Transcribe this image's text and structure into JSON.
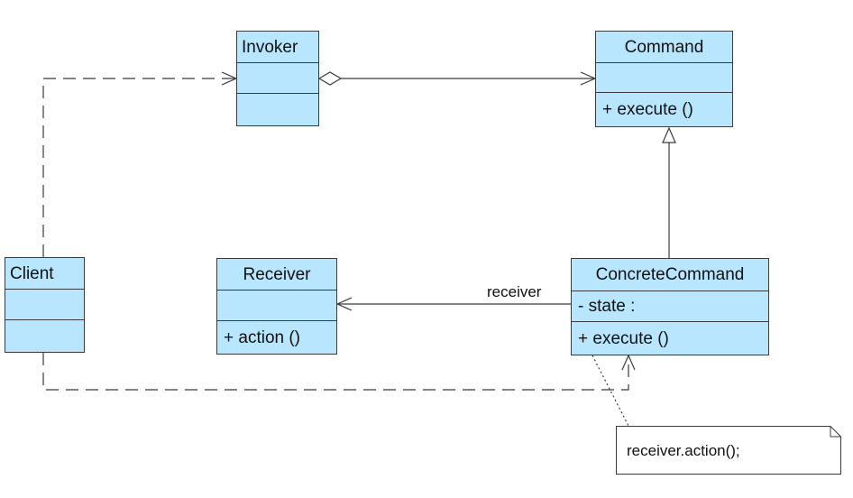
{
  "diagram": {
    "classes": {
      "invoker": {
        "name": "Invoker",
        "attributes": [],
        "operations": []
      },
      "command": {
        "name": "Command",
        "attributes": [],
        "operations": [
          "+ execute ()"
        ]
      },
      "client": {
        "name": "Client",
        "attributes": [],
        "operations": []
      },
      "receiver": {
        "name": "Receiver",
        "attributes": [],
        "operations": [
          "+ action ()"
        ]
      },
      "concrete_command": {
        "name": "ConcreteCommand",
        "attributes": [
          "- state :"
        ],
        "operations": [
          "+ execute ()"
        ]
      }
    },
    "relationships": {
      "aggregation": {
        "from": "Invoker",
        "to": "Command",
        "kind": "aggregation"
      },
      "generalization": {
        "from": "ConcreteCommand",
        "to": "Command",
        "kind": "generalization"
      },
      "association": {
        "from": "ConcreteCommand",
        "to": "Receiver",
        "kind": "association",
        "label": "receiver"
      },
      "dependency_client_invoker": {
        "from": "Client",
        "to": "Invoker",
        "kind": "dependency"
      },
      "dependency_client_concrete": {
        "from": "Client",
        "to": "ConcreteCommand",
        "kind": "dependency"
      },
      "note_link": {
        "from": "note",
        "to": "ConcreteCommand",
        "kind": "note-anchor"
      }
    },
    "note": {
      "text": "receiver.action();"
    },
    "colors": {
      "class_fill": "#b8e6ff",
      "line": "#3a3a3a",
      "background": "#ffffff"
    }
  }
}
